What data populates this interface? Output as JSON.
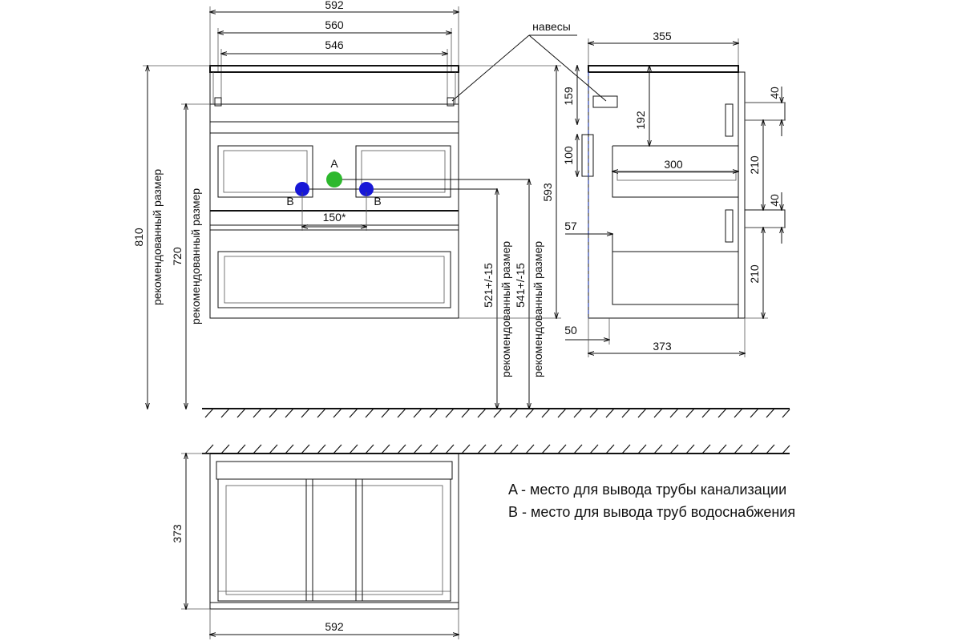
{
  "front": {
    "width_total": "592",
    "width_inner": "560",
    "width_hinge": "546",
    "height_810": "810",
    "height_720": "720",
    "rec_size_1": "рекомендованный размер",
    "rec_size_2": "рекомендованный размер",
    "rec_size_3": "рекомендованный размер",
    "rec_size_4": "рекомендованный размер",
    "pipe_spacing": "150*",
    "height_521": "521+/-15",
    "height_541": "541+/-15",
    "height_593": "593",
    "marker_a": "A",
    "marker_b_left": "B",
    "marker_b_right": "B",
    "hinges_label": "навесы"
  },
  "side": {
    "depth_top": "355",
    "dim_159": "159",
    "dim_192": "192",
    "dim_100": "100",
    "dim_300": "300",
    "dim_57": "57",
    "dim_50": "50",
    "depth_bottom": "373",
    "dim_40_top": "40",
    "dim_210_top": "210",
    "dim_40_bottom": "40",
    "dim_210_bottom": "210"
  },
  "plan": {
    "depth": "373",
    "width": "592"
  },
  "legend": {
    "a": "A - место для вывода трубы канализации",
    "b": "B - место для вывода труб водоснабжения"
  },
  "colors": {
    "sewer_marker": "#2db82d",
    "water_marker": "#1717d6"
  }
}
